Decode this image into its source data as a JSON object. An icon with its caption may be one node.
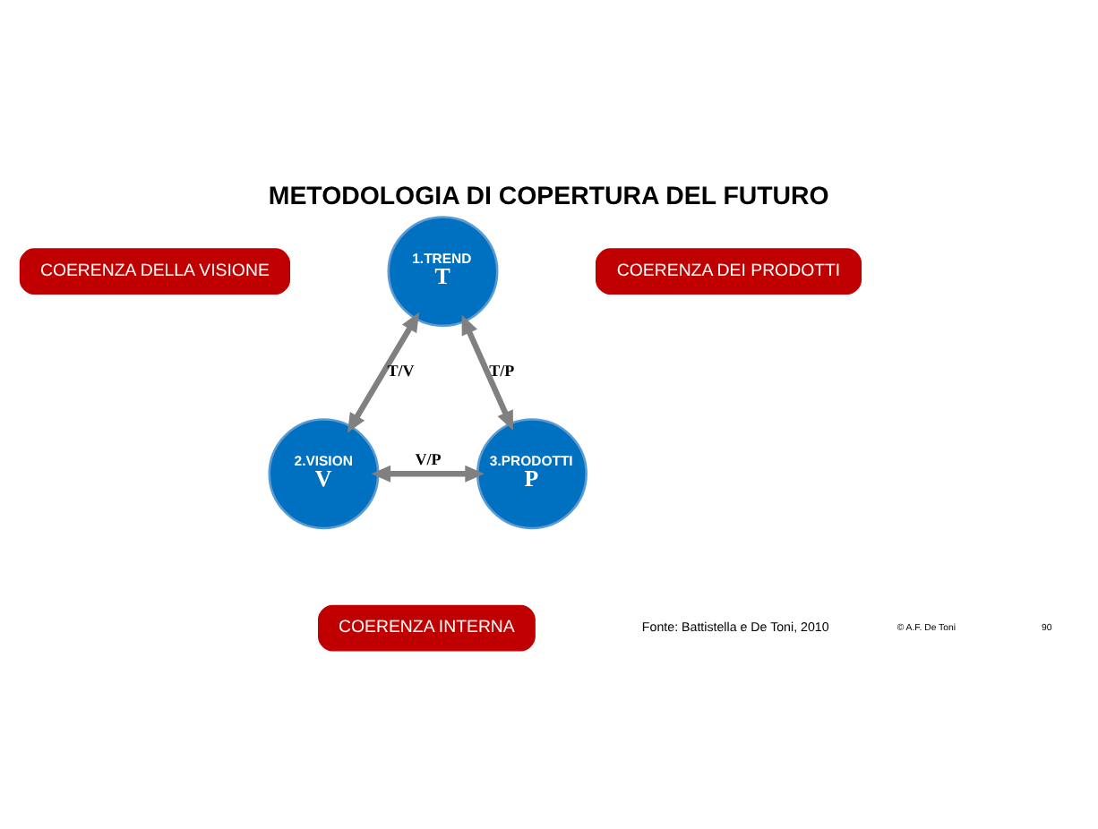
{
  "diagram": {
    "title": "METODOLOGIA DI COPERTURA DEL FUTURO",
    "nodes": [
      {
        "text": [
          "COERENZA DELLA VISIONE"
        ]
      },
      {
        "text": [
          "1.TREND",
          "T"
        ]
      },
      {
        "text": [
          "COERENZA DEI PRODOTTI"
        ]
      },
      {
        "text": [
          "2.VISION",
          "V"
        ]
      },
      {
        "text": [
          "3.PRODOTTI",
          "P"
        ]
      },
      {
        "text": [
          "COERENZA INTERNA"
        ]
      }
    ],
    "edges": [
      {
        "from": 1,
        "to": 3,
        "arrow": "both",
        "label": "T/V"
      },
      {
        "from": 1,
        "to": 4,
        "arrow": "both",
        "label": "T/P"
      },
      {
        "from": 3,
        "to": 4,
        "arrow": "both",
        "label": "V/P"
      }
    ],
    "labels": [
      "Fonte: Battistella e De Toni, 2010",
      "© A.F. De Toni",
      "90"
    ]
  }
}
